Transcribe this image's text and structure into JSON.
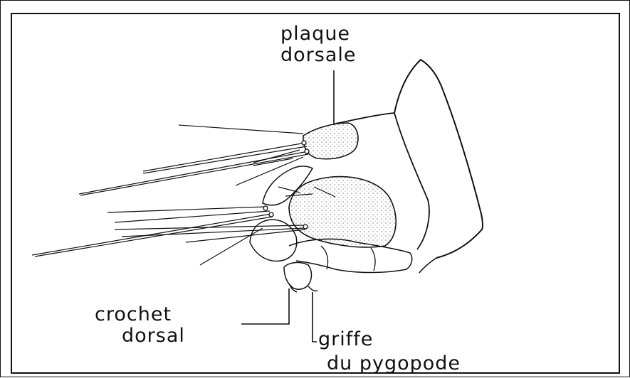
{
  "labels": {
    "plaque_line1": "plaque",
    "plaque_line2": "dorsale",
    "crochet_line1": "crochet",
    "crochet_line2": "dorsal",
    "griffe_line1": "griffe",
    "griffe_line2": "du pygopode"
  },
  "colors": {
    "ink": "#111111",
    "background": "#ffffff"
  }
}
